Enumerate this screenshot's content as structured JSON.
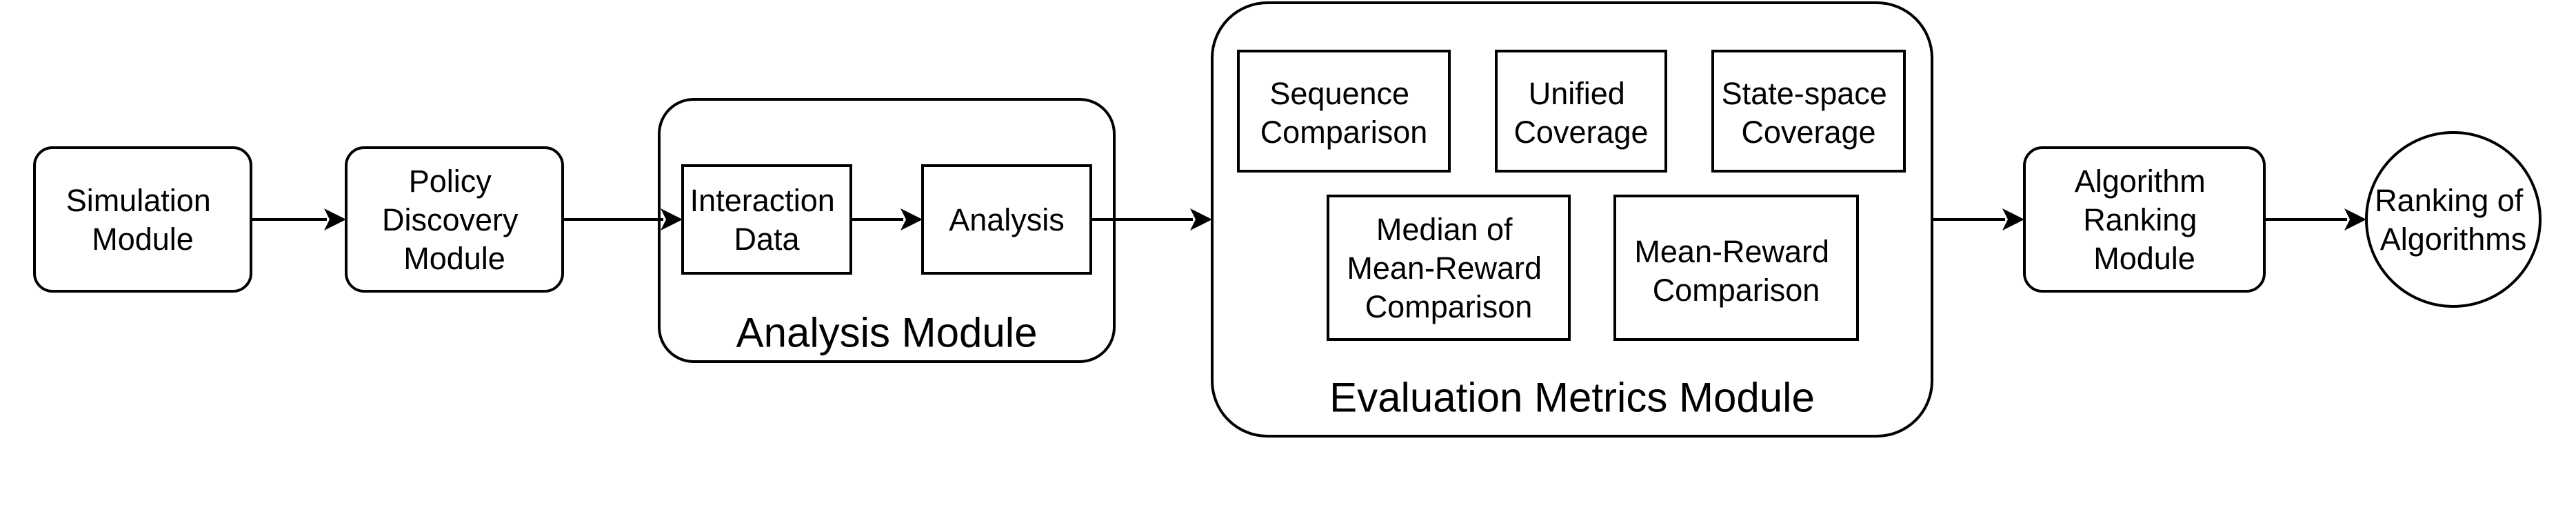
{
  "nodes": {
    "simulation": [
      "Simulation",
      "Module"
    ],
    "policy": [
      "Policy",
      "Discovery",
      "Module"
    ],
    "interaction": [
      "Interaction",
      "Data"
    ],
    "analysis": [
      "Analysis"
    ],
    "sequence": [
      "Sequence",
      "Comparison"
    ],
    "unified": [
      "Unified",
      "Coverage"
    ],
    "statespace": [
      "State-space",
      "Coverage"
    ],
    "median": [
      "Median of",
      "Mean-Reward",
      "Comparison"
    ],
    "meanreward": [
      "Mean-Reward",
      "Comparison"
    ],
    "ranking_module": [
      "Algorithm",
      "Ranking",
      "Module"
    ],
    "ranking": [
      "Ranking of",
      "Algorithms"
    ]
  },
  "groups": {
    "analysis_module": "Analysis Module",
    "evaluation_module": "Evaluation Metrics Module"
  }
}
